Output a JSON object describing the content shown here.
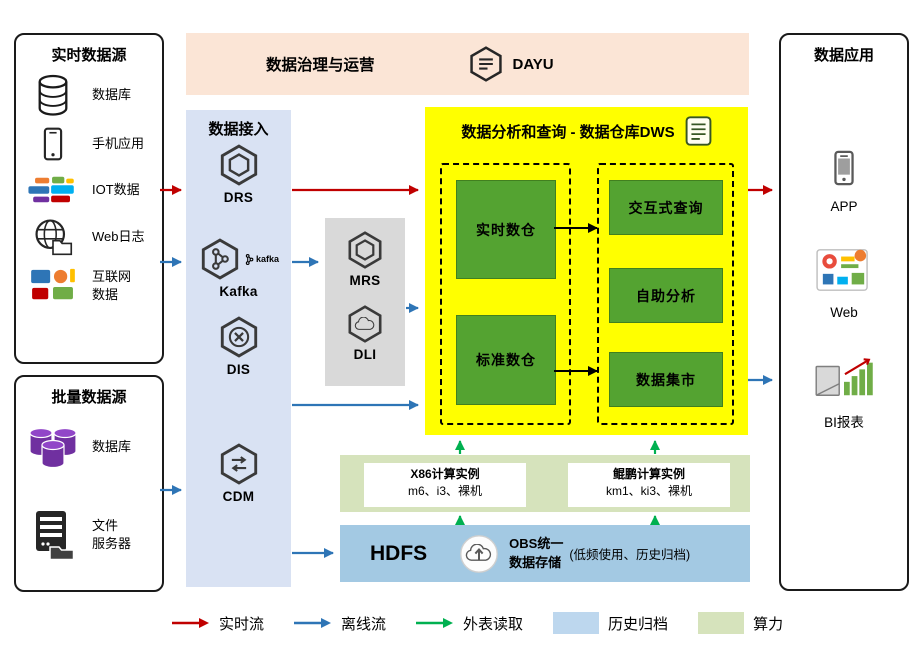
{
  "banner": {
    "title": "数据治理与运营",
    "logo_label": "DAYU"
  },
  "realtime_sources": {
    "title": "实时数据源",
    "items": [
      {
        "label": "数据库",
        "icon": "database-icon"
      },
      {
        "label": "手机应用",
        "icon": "mobile-phone-icon"
      },
      {
        "label": "IOT数据",
        "icon": "iot-wordcloud-icon"
      },
      {
        "label": "Web日志",
        "icon": "web-log-globe-icon"
      },
      {
        "label": "互联网\n数据",
        "icon": "internet-data-icon"
      }
    ]
  },
  "batch_sources": {
    "title": "批量数据源",
    "items": [
      {
        "label": "数据库",
        "icon": "purple-database-icon"
      },
      {
        "label": "文件\n服务器",
        "icon": "file-server-icon"
      }
    ]
  },
  "ingestion": {
    "title": "数据接入",
    "kafka_logo_text": "kafka",
    "services": [
      {
        "name": "DRS"
      },
      {
        "name": "Kafka"
      },
      {
        "name": "DIS"
      },
      {
        "name": "CDM"
      }
    ]
  },
  "processing": {
    "services": [
      {
        "name": "MRS"
      },
      {
        "name": "DLI"
      }
    ]
  },
  "dws": {
    "title": "数据分析和查询 - 数据仓库DWS",
    "warehouses": [
      {
        "label": "实时数仓"
      },
      {
        "label": "标准数仓"
      }
    ],
    "analytics": [
      {
        "label": "交互式查询"
      },
      {
        "label": "自助分析"
      },
      {
        "label": "数据集市"
      }
    ]
  },
  "compute": {
    "instances": [
      {
        "name": "X86计算实例",
        "detail": "m6、i3、裸机"
      },
      {
        "name": "鲲鹏计算实例",
        "detail": "km1、ki3、裸机"
      }
    ]
  },
  "storage": {
    "hdfs_label": "HDFS",
    "obs_label": "OBS统一\n数据存储",
    "note": "(低频使用、历史归档)"
  },
  "applications": {
    "title": "数据应用",
    "items": [
      {
        "label": "APP",
        "icon": "app-phone-icon"
      },
      {
        "label": "Web",
        "icon": "web-dashboard-icon"
      },
      {
        "label": "BI报表",
        "icon": "bi-report-icon"
      }
    ]
  },
  "legend": {
    "items": [
      {
        "label": "实时流",
        "type": "arrow",
        "color": "#c00000"
      },
      {
        "label": "离线流",
        "type": "arrow",
        "color": "#2e75b6"
      },
      {
        "label": "外表读取",
        "type": "arrow",
        "color": "#00b050"
      },
      {
        "label": "历史归档",
        "type": "swatch",
        "color": "#bdd7ee"
      },
      {
        "label": "算力",
        "type": "swatch",
        "color": "#d6e3bc"
      }
    ]
  },
  "colors": {
    "dws_background": "#ffff00",
    "warehouse_green": "#54a331",
    "banner_peach": "#fbe5d6",
    "ingestion_blue": "#d9e2f3",
    "processing_gray": "#d9d9d9",
    "hdfs_blue": "#a3c9e3",
    "compute_green": "#d6e3bc",
    "realtime_flow": "#c00000",
    "offline_flow": "#2e75b6",
    "external_read": "#00b050"
  }
}
